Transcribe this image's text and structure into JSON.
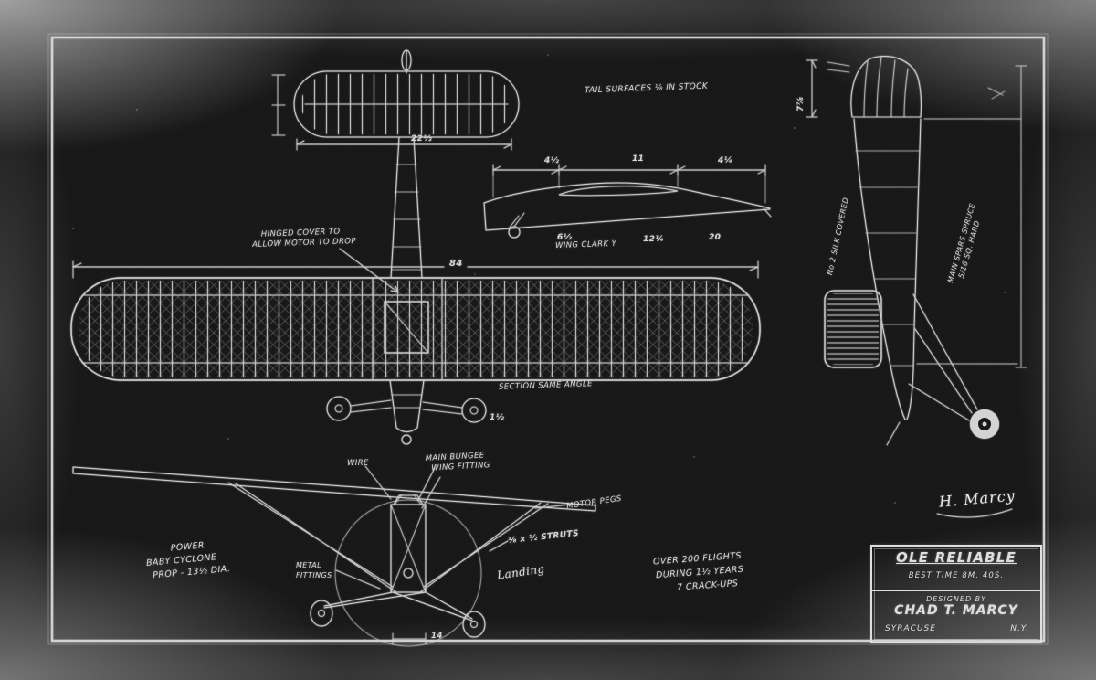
{
  "artwork": {
    "notes": {
      "tail_surfaces": "TAIL SURFACES ⅛ IN STOCK",
      "hinged_cover_1": "HINGED COVER TO",
      "hinged_cover_2": "ALLOW MOTOR TO DROP",
      "wing_airfoil": "WING CLARK Y",
      "section_angle": "SECTION SAME ANGLE",
      "wire": "WIRE",
      "main_bungee": "MAIN BUNGEE",
      "wing_fitting": "WING FITTING",
      "motor_pegs": "MOTOR PEGS",
      "metal_1": "METAL",
      "metal_2": "FITTINGS",
      "struts": "⅛ x ½ STRUTS",
      "landing_gear_script": "Landing",
      "silk_covered": "No 2 SILK COVERED",
      "main_spars_1": "MAIN SPARS SPRUCE",
      "main_spars_2": "5/16 SQ. HARD"
    },
    "power": {
      "l1": "POWER",
      "l2": "BABY CYCLONE",
      "l3": "PROP - 13½ DIA."
    },
    "flights": {
      "l1": "OVER 200 FLIGHTS",
      "l2": "DURING 1½ YEARS",
      "l3": "7 CRACK-UPS"
    },
    "dims": {
      "tail_span": "22½",
      "wing_span": "84",
      "side_top_1": "4½",
      "side_top_2": "11",
      "side_top_3": "4¼",
      "side_bot_1": "6½",
      "side_bot_2": "12¼",
      "side_bot_3": "20",
      "fin_width": "7⅞",
      "nose": "1½",
      "gear_track": "14"
    },
    "signature": "H. Marcy",
    "title_block": {
      "name": "OLE RELIABLE",
      "best_time": "BEST TIME 8M. 40S.",
      "designed_by": "DESIGNED BY",
      "designer": "CHAD T. MARCY",
      "city": "SYRACUSE",
      "state": "N.Y."
    },
    "colors": {
      "line": "#dcdcdc",
      "background": "#151515",
      "text": "#d6d6d6"
    }
  }
}
